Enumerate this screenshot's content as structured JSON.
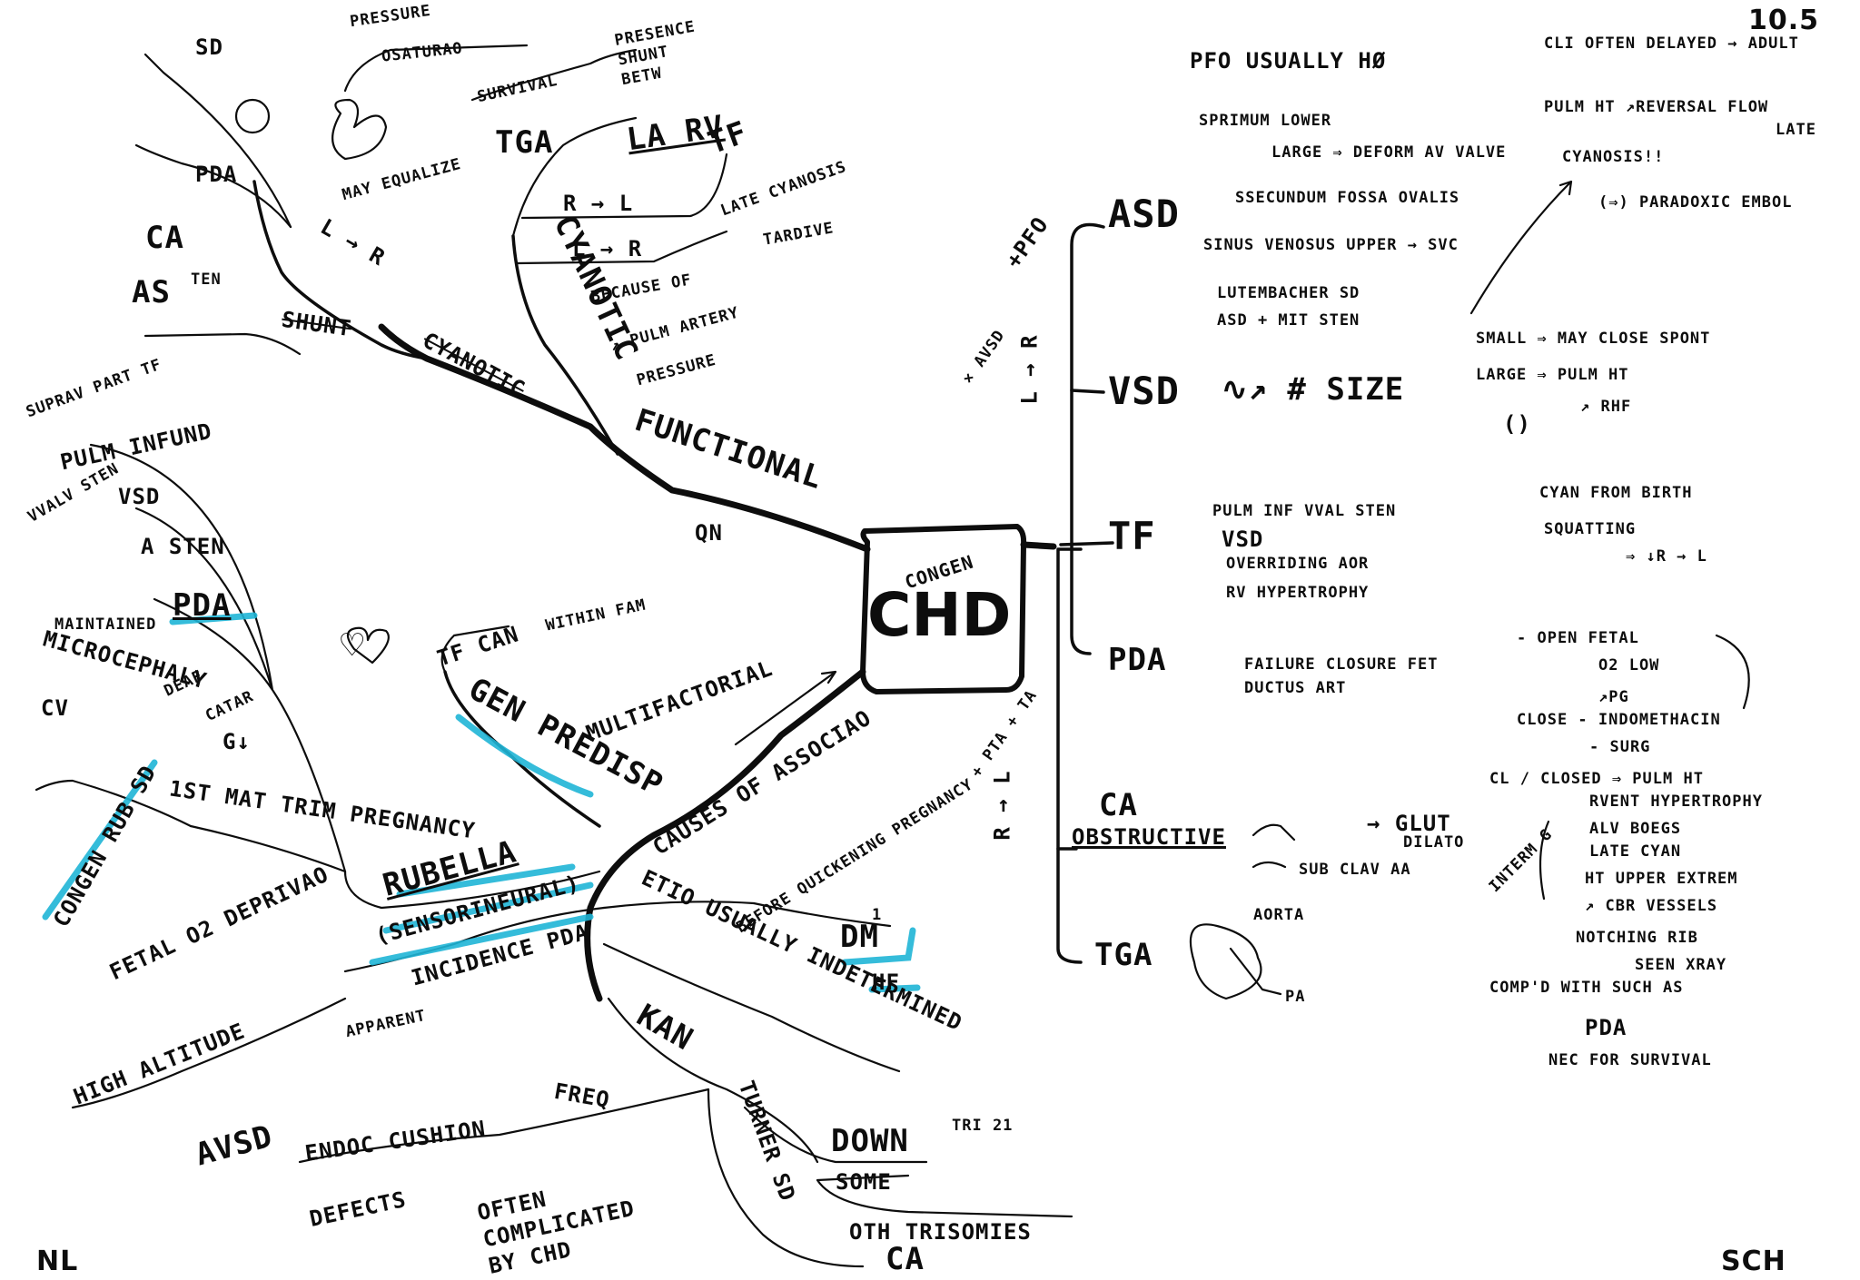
{
  "corners": {
    "page_number": "10.5",
    "bottom_left": "NL",
    "bottom_right": "SCH"
  },
  "center": {
    "title": "CHD",
    "superscript": "CONGEN"
  },
  "left_branches": {
    "functional": {
      "label": "FUNCTIONAL",
      "qn": "QN",
      "cyanotic_struck": {
        "label": "CYANOTIC",
        "shunt": "SHUNT",
        "sd": "SD",
        "pda": "PDA",
        "ca": "CA",
        "as": "AS",
        "as_sup": "TEN",
        "pressure": "PRESSURE",
        "osaturao": "OSATURAO",
        "may_equalize": "MAY EQUALIZE",
        "l_to_r": "L → R"
      },
      "cyanotic": {
        "label": "CYANOTIC",
        "tga": "TGA",
        "survival": "SURVIVAL",
        "presence_shunt": "PRESENCE SHUNT BETW",
        "la_rv": "LA RV",
        "tf": "TF",
        "r_to_l": "R → L",
        "l_to_r": "L → R",
        "late_cyanosis": "LATE CYANOSIS",
        "tardive": "TARDIVE",
        "because_of": "BECAUSE OF",
        "pulm_artery": "↗ PULM ARTERY",
        "pressure": "PRESSURE"
      }
    },
    "causes": {
      "label": "CAUSES OF ASSOCIAO",
      "before_quickening": "BEFORE QUICKENING PREGNANCY",
      "dm": "DM",
      "dm_sup": "1",
      "hf": "HF",
      "etio": "ETIO USUALLY INDETERMINED",
      "gen_predisp": "GEN PREDISP",
      "tf_can": "TF CAN",
      "within_fam": "WITHIN FAM",
      "multifactorial": "MULTIFACTORIAL",
      "rubella": "RUBELLA",
      "rubella_sub": "(SENSORINEURAL)",
      "incidence_pda": "INCIDENCE PDA",
      "first_trim": "1ST MAT TRIM PREGNANCY",
      "congen_rub_sd": "CONGEN RUB SD",
      "heart": "♡",
      "rub_items": [
        "SUPRAV PART TF",
        "PULM INFUND",
        "VVALV STEN",
        "VSD",
        "A STEN",
        "PDA",
        "MAINTAINED",
        "MICROCEPHALY",
        "CV",
        "DEAF",
        "CATAR",
        "G↓"
      ],
      "apparent": "APPARENT",
      "fetal_o2": "FETAL O2 DEPRIVAO",
      "high_altitude": "HIGH ALTITUDE",
      "kan": "KAN",
      "freq": "FREQ",
      "avsd": "AVSD",
      "endoc_cushion": "ENDOC CUSHION",
      "defects": "DEFECTS",
      "often_complicated": "OFTEN COMPLICATED BY CHD",
      "down": "DOWN",
      "down_sup": "TRI 21",
      "some": "SOME",
      "oth_trisomies": "OTH TRISOMIES",
      "turner_sd": "TURNER SD",
      "turner_ca": "CA"
    }
  },
  "right_branches": {
    "shunt_markers": {
      "pfo": "+PFO",
      "avsd": "× AVSD",
      "l_to_r": "L → R"
    },
    "asd": {
      "label": "ASD",
      "notes": [
        "PFO USUALLY HØ",
        "SPRIMUM LOWER",
        "LARGE ⇒ DEFORM AV VALVE",
        "SSECUNDUM FOSSA OVALIS",
        "SINUS VENOSUS UPPER → SVC",
        "LUTEMBACHER SD",
        "ASD + MIT STEN"
      ],
      "right_notes": [
        "CLI OFTEN DELAYED → ADULT",
        "PULM HT ↗REVERSAL FLOW",
        "CYANOSIS!!",
        "LATE",
        "(⇒) PARADOXIC EMBOL"
      ]
    },
    "vsd": {
      "label": "VSD",
      "note": "∿↗ # SIZE",
      "right_notes": [
        "SMALL ⇒ MAY CLOSE SPONT",
        "LARGE ⇒ PULM HT",
        "↗ RHF",
        "()"
      ]
    },
    "tf": {
      "label": "TF",
      "notes": [
        "PULM INF VVAL STEN",
        "VSD",
        "OVERRIDING AOR",
        "RV HYPERTROPHY"
      ],
      "right_notes": [
        "CYAN FROM BIRTH",
        "SQUATTING",
        "⇒ ↓R → L"
      ]
    },
    "pda": {
      "label": "PDA",
      "note": "FAILURE CLOSURE FET DUCTUS ART",
      "right_notes": [
        "- OPEN FETAL",
        "O2 LOW",
        "↗PG",
        "CLOSE - INDOMETHACIN",
        "- SURG",
        "CL / CLOSED ⇒ PULM HT",
        "RVENT HYPERTROPHY",
        "ALV BOEGS",
        "LATE CYAN",
        "HT UPPER EXTREM",
        "↗ CBR VESSELS",
        "NOTCHING RIB",
        "SEEN XRAY"
      ]
    },
    "ca": {
      "label": "CA",
      "sub": "OBSTRUCTIVE",
      "marker": "R → L",
      "notes": [
        "→ GLUT",
        "DILATO",
        "SUB CLAV AA",
        "INTERM G"
      ]
    },
    "tga": {
      "label": "TGA",
      "marker": "+ PTA + TA",
      "notes": [
        "AORTA",
        "PA",
        "COMP'D WITH SUCH AS",
        "PDA",
        "NEC FOR SURVIVAL"
      ]
    }
  },
  "colors": {
    "ink": "#0d0d0d",
    "highlight": "#1fb5d6",
    "paper": "#ffffff"
  }
}
